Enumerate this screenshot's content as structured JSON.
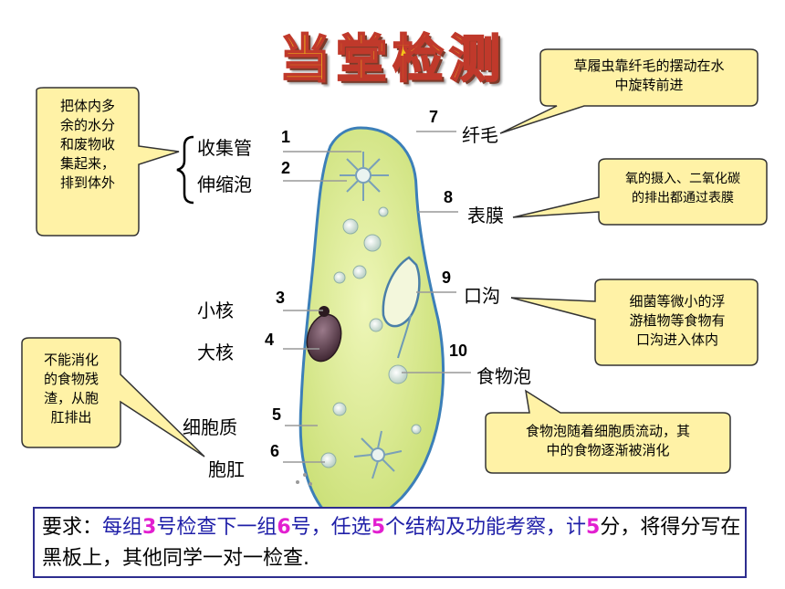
{
  "title": "当堂检测",
  "callouts": {
    "water": [
      "把体内多",
      "余的水分",
      "和废物收",
      "集起来，",
      "排到体外"
    ],
    "cilia": [
      "草履虫靠纤毛的摆动在水",
      "中旋转前进"
    ],
    "membrane": [
      "氧的摄入、二氧化碳",
      "的排出都通过表膜"
    ],
    "groove": [
      "细菌等微小的浮",
      "游植物等食物有",
      "口沟进入体内"
    ],
    "anal": [
      "不能消化",
      "的食物残",
      "渣，从胞",
      "肛排出"
    ],
    "vacuole": [
      "食物泡随着细胞质流动，其",
      "中的食物逐渐被消化"
    ]
  },
  "labels": {
    "l1": {
      "num": "1",
      "text": "收集管"
    },
    "l2": {
      "num": "2",
      "text": "伸缩泡"
    },
    "l3": {
      "num": "3",
      "text": "小核"
    },
    "l4": {
      "num": "4",
      "text": "大核"
    },
    "l5": {
      "num": "5",
      "text": "细胞质"
    },
    "l6": {
      "num": "6",
      "text": "胞肛"
    },
    "l7": {
      "num": "7",
      "text": "纤毛"
    },
    "l8": {
      "num": "8",
      "text": "表膜"
    },
    "l9": {
      "num": "9",
      "text": "口沟"
    },
    "l10": {
      "num": "10",
      "text": "食物泡"
    }
  },
  "requirement": {
    "lead": "要求：",
    "p1": "每组",
    "n1": "3",
    "p2": "号检查下一组",
    "n2": "6",
    "p3": "号，任选",
    "n3": "5",
    "p4": "个结构及功能考察，计",
    "n4": "5",
    "p5": "分，将得分写在黑板上，其他同学一对一检查."
  },
  "colors": {
    "callout_fill": "#fff2a6",
    "callout_stroke": "#333333",
    "title_fill": "#f3c21a",
    "title_stroke": "#c0392b",
    "highlight": "#e21fd0",
    "req_text": "#1f1fa8",
    "cell_fill": "#dfee9a",
    "cell_edge": "#3c7fb8"
  }
}
